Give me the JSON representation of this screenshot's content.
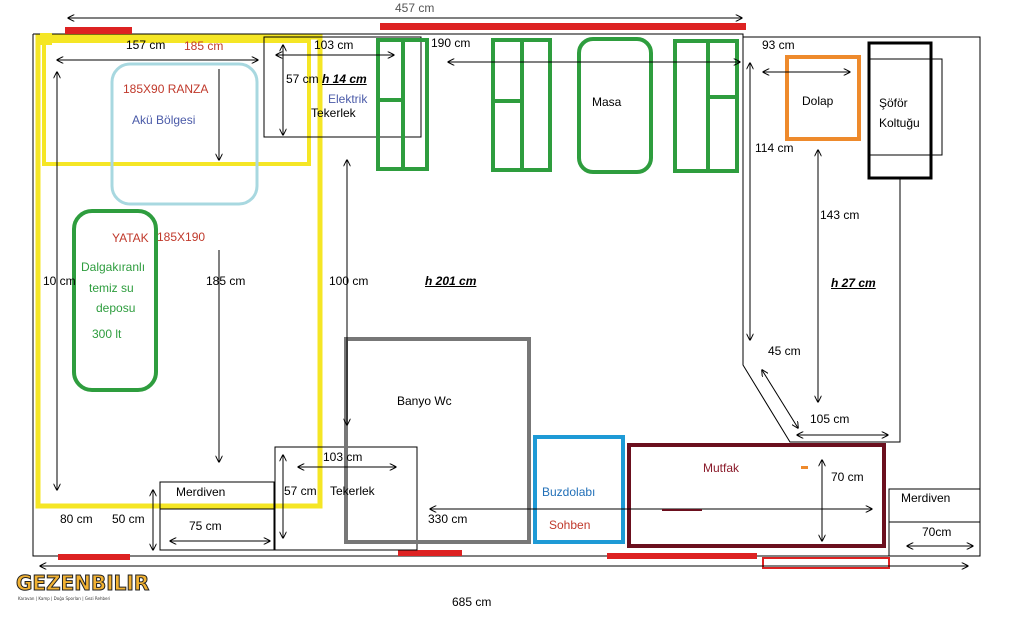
{
  "labels": {
    "top_total": "457 cm",
    "bottom_total": "685 cm",
    "d157": "157 cm",
    "d185_top": "185 cm",
    "d103_top": "103 cm",
    "d190": "190 cm",
    "d93": "93 cm",
    "d57_top": "57 cm",
    "h14": "h 14 cm",
    "ranza": "185X90 RANZA",
    "aku": "Akü Bölgesi",
    "elektrik": "Elektrik",
    "tekerlek_top": "Tekerlek",
    "masa": "Masa",
    "dolap": "Dolap",
    "sofor_1": "Şöför",
    "sofor_2": "Koltuğu",
    "d114": "114 cm",
    "d143": "143 cm",
    "yatak": "YATAK",
    "yatak_size": "185X190",
    "tank_1": "Dalgakıranlı",
    "tank_2": "temiz su",
    "tank_3": "deposu",
    "tank_4": "300 lt",
    "d10": "10 cm",
    "d185_mid": "185 cm",
    "d100": "100 cm",
    "h201": "h 201 cm",
    "h27": "h 27 cm",
    "d45": "45 cm",
    "d105": "105 cm",
    "banyo": "Banyo Wc",
    "d103_bot": "103 cm",
    "d57_bot": "57 cm",
    "tekerlek_bot": "Tekerlek",
    "merdiven_left": "Merdiven",
    "d80": "80 cm",
    "d50": "50 cm",
    "d75": "75 cm",
    "d330": "330 cm",
    "buzdolabi": "Buzdolabı",
    "sohben": "Sohben",
    "mutfak": "Mutfak",
    "d70_kitchen": "70 cm",
    "merdiven_right": "Merdiven",
    "d70_stairs": "70cm"
  },
  "logo": {
    "name": "GEZENBILIR",
    "tagline": "Karavan | Kamp | Doğa Sporları | Gezi Rehberi"
  },
  "colors": {
    "outline": "#000000",
    "bed_yellow": "#f5e625",
    "bunk_lightblue": "#a8d8e0",
    "tank_green": "#2e9d3e",
    "bathroom_gray": "#777777",
    "fridge_blue": "#1e9ad6",
    "kitchen_maroon": "#6b0f1e",
    "wardrobe_orange": "#ee8a2c",
    "window_red": "#dd2222"
  }
}
